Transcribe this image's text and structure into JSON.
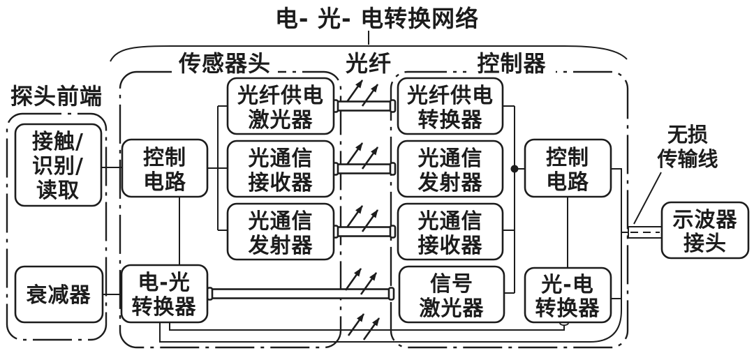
{
  "figure": {
    "title": "电- 光- 电转换网络",
    "labels": {
      "probe_front": "探头前端",
      "sensor_head": "传感器头",
      "fiber": "光纤",
      "controller": "控制器",
      "lossless1": "无损",
      "lossless2": "传输线"
    },
    "blocks": {
      "touch1": "接触/",
      "touch2": "识别/",
      "touch3": "读取",
      "attenuator": "衰减器",
      "ctrl_l1": "控制",
      "ctrl_l2": "电路",
      "eo1": "电-光",
      "eo2": "转换器",
      "m1a": "光纤供电",
      "m1b": "激光器",
      "m2a": "光通信",
      "m2b": "接收器",
      "m3a": "光通信",
      "m3b": "发射器",
      "r1a": "光纤供电",
      "r1b": "转换器",
      "r2a": "光通信",
      "r2b": "发射器",
      "r3a": "光通信",
      "r3b": "接收器",
      "r4a": "信号",
      "r4b": "激光器",
      "ctrl_r1": "控制",
      "ctrl_r2": "电路",
      "oe1": "光-电",
      "oe2": "转换器",
      "scope1": "示波器",
      "scope2": "接头"
    },
    "colors": {
      "ink": "#1c1c1c",
      "background": "#ffffff"
    }
  }
}
